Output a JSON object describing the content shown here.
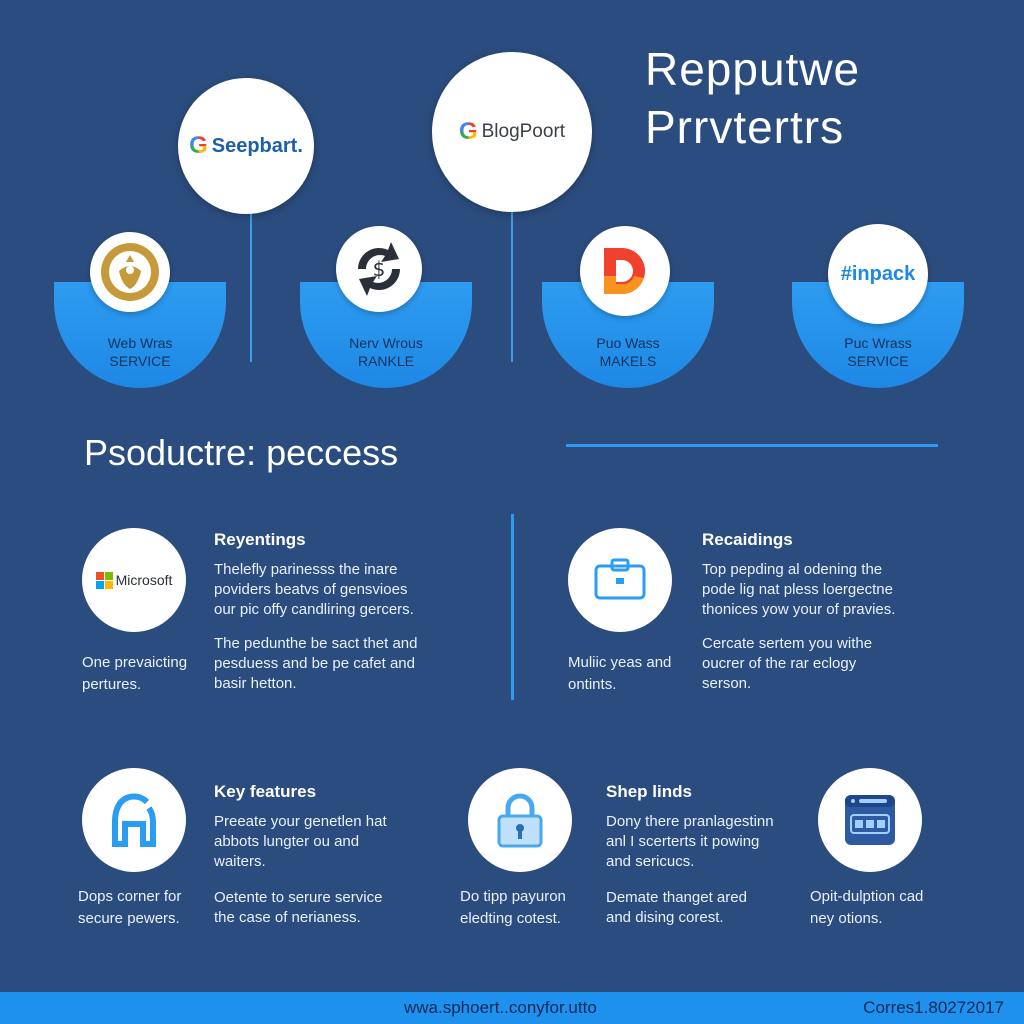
{
  "header": {
    "title_line1": "Repputwe",
    "title_line2": "Prrvtertrs"
  },
  "top_bubbles": [
    {
      "brand": "Seepbart.",
      "icon": "google-g-icon"
    },
    {
      "brand": "BlogPoort",
      "icon": "google-g-icon"
    }
  ],
  "cards": [
    {
      "line1": "Web Wras",
      "line2": "SERVICE",
      "icon": "siren-logo-icon"
    },
    {
      "line1": "Nerv Wrous",
      "line2": "RANKLE",
      "icon": "dollar-arrows-icon"
    },
    {
      "line1": "Puo Wass",
      "line2": "MAKELS",
      "icon": "d-logo-icon"
    },
    {
      "line1": "Puc Wrass",
      "line2": "SERVICE",
      "logo_text": "#inpack"
    }
  ],
  "section": {
    "title": "Psoductre: peccess"
  },
  "features": {
    "reyentings": {
      "logo_text": "Microsoft",
      "heading": "Reyentings",
      "text1": [
        "Thelefly parinesss the inare",
        "poviders beatvs of gensvioes",
        "our pic offy candliring gercers."
      ],
      "text2": [
        "The pedunthe be sact thet and",
        "pesduess and be pe cafet and",
        "basir hetton."
      ],
      "caption": [
        "One prevaicting",
        "pertures."
      ]
    },
    "recaidings": {
      "icon": "briefcase-icon",
      "heading": "Recaidings",
      "text1": [
        "Top pepding al odening the",
        "pode lig nat pless loergectne",
        "thonices yow your of pravies."
      ],
      "text2": [
        "Cercate sertem you withe",
        "oucrer of the rar eclogy",
        "serson."
      ],
      "caption": [
        "Muliic yeas and",
        "ontints."
      ]
    },
    "key_features": {
      "icon": "shield-6-icon",
      "heading": "Key features",
      "text1": [
        "Preeate your genetlen hat",
        "abbots lungter ou and",
        "waiters."
      ],
      "text2": [
        "Oetente to serure service",
        "the case of nerianess."
      ],
      "caption": [
        "Dops corner for",
        "secure pewers."
      ]
    },
    "lock_caption": [
      "Do tipp payuron",
      "eledting cotest."
    ],
    "shep_linds": {
      "heading": "Shep linds",
      "text1": [
        "Dony there pranlagestinn",
        "anl I scerterts it powing",
        "and sericucs."
      ],
      "text2": [
        "Demate thanget ared",
        "and dising corest."
      ]
    },
    "options": {
      "icon": "server-panel-icon",
      "caption": [
        "Opit-dulption cad",
        "ney otions."
      ]
    }
  },
  "footer": {
    "url": "wwa.sphoert..conyfor.utto",
    "right": "Corres1.80272017"
  },
  "colors": {
    "background": "#2b4c7e",
    "accent": "#2f9bf0",
    "footer": "#1e90ee"
  }
}
